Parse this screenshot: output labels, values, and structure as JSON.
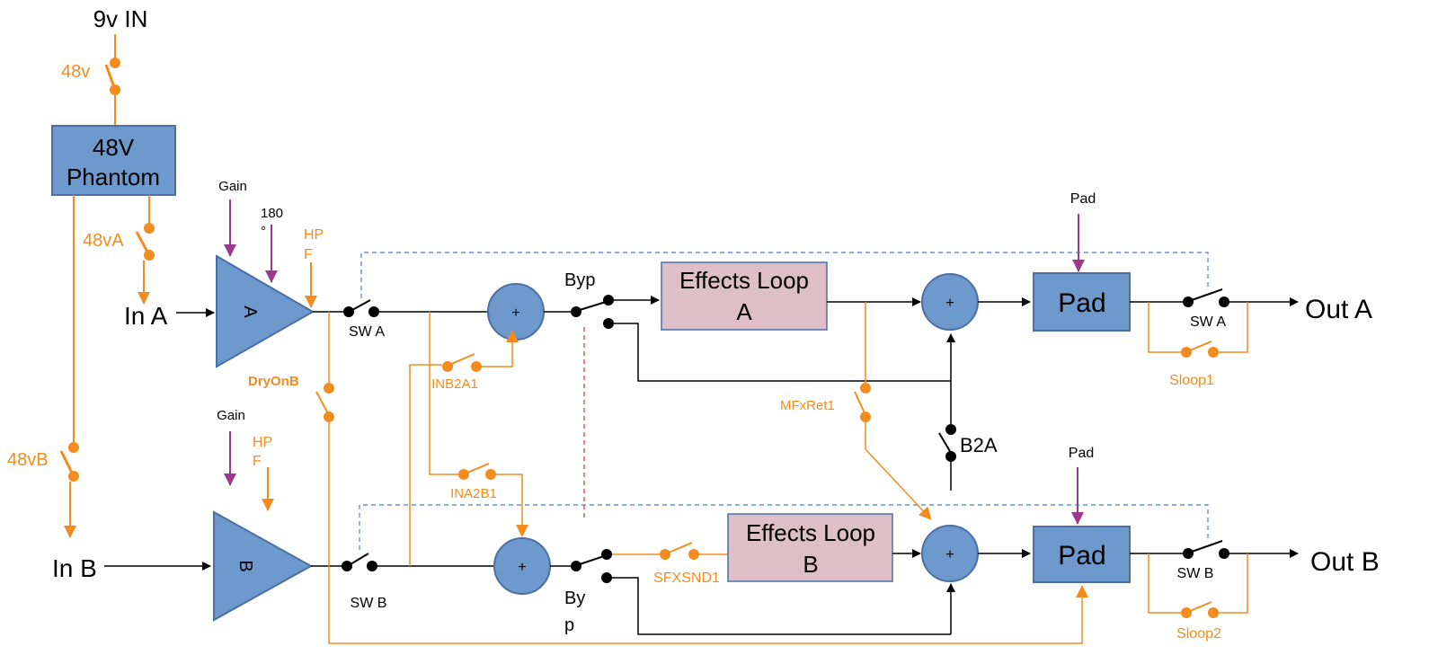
{
  "colors": {
    "wire": "#000000",
    "orange": "#f28c1e",
    "purple": "#9b3a8b",
    "block_fill": "#6d99cc",
    "block_stroke": "#4a6fa5",
    "fx_fill": "#dfbfc7",
    "fx_stroke": "#4a6fa5",
    "dash_blue": "#4a7fc1",
    "dash_red": "#e03030"
  },
  "power": {
    "input_label": "9v IN",
    "switch_48v_label": "48v",
    "phantom_line1": "48V",
    "phantom_line2": "Phantom",
    "switch_48va_label": "48vA",
    "switch_48vb_label": "48vB"
  },
  "channel_a": {
    "input_label": "In A",
    "amp_label": "A",
    "gain_label": "Gain",
    "phase_label_1": "180",
    "phase_label_2": "°",
    "hpf_label_1": "HP",
    "hpf_label_2": "F",
    "sw_label": "SW A",
    "sum_label": "+",
    "bypass_label": "Byp",
    "fx_line1": "Effects Loop",
    "fx_line2": "A",
    "sum2_label": "+",
    "pad_label": "Pad",
    "pad_ctrl_label": "Pad",
    "out_sw_label": "SW A",
    "output_label": "Out A",
    "sloop_label": "Sloop1"
  },
  "channel_b": {
    "input_label": "In B",
    "amp_label": "B",
    "gain_label": "Gain",
    "hpf_label_1": "HP",
    "hpf_label_2": "F",
    "sw_label": "SW B",
    "sum_label": "+",
    "bypass_label_1": "By",
    "bypass_label_2": "p",
    "sfx_label": "SFXSND1",
    "fx_line1": "Effects Loop",
    "fx_line2": "B",
    "sum2_label": "+",
    "pad_label": "Pad",
    "pad_ctrl_label": "Pad",
    "out_sw_label": "SW B",
    "output_label": "Out B",
    "sloop_label": "Sloop2"
  },
  "cross": {
    "dry_on_b": "DryOnB",
    "inb2a1": "INB2A1",
    "ina2b1": "INA2B1",
    "mfxret1": "MFxRet1",
    "b2a": "B2A"
  }
}
